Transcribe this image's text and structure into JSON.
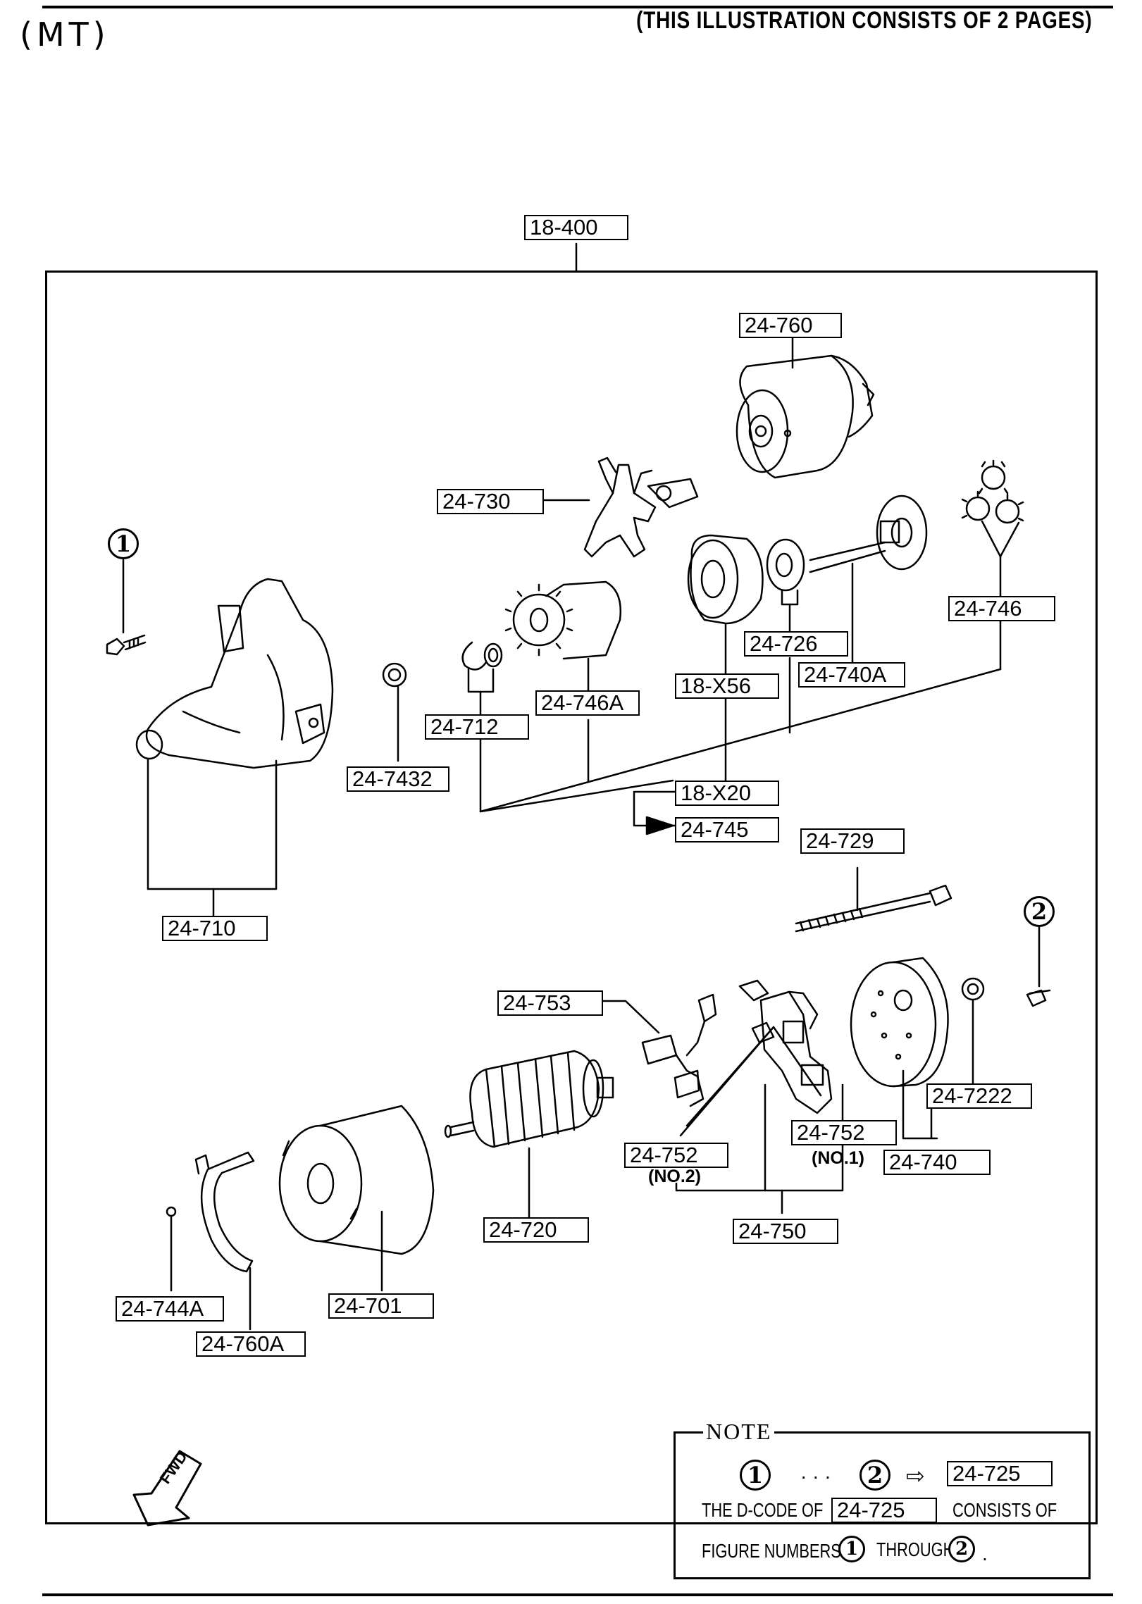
{
  "header": {
    "variant": "(MT)",
    "pages_note": "(THIS ILLUSTRATION CONSISTS OF  2 PAGES)"
  },
  "assembly_code": "18-400",
  "callouts": {
    "c1": "1",
    "c2": "2"
  },
  "part_codes": {
    "p24_760": "24-760",
    "p24_730": "24-730",
    "p24_746": "24-746",
    "p24_726": "24-726",
    "p24_740a": "24-740A",
    "p18_x56": "18-X56",
    "p24_746a": "24-746A",
    "p24_712": "24-712",
    "p24_7432": "24-7432",
    "p18_x20": "18-X20",
    "p24_745": "24-745",
    "p24_729": "24-729",
    "p24_710": "24-710",
    "p24_753": "24-753",
    "p24_7222": "24-7222",
    "p24_752_no1": "24-752",
    "p24_752_no2": "24-752",
    "p24_740": "24-740",
    "p24_720": "24-720",
    "p24_750": "24-750",
    "p24_744a": "24-744A",
    "p24_701": "24-701",
    "p24_760a": "24-760A"
  },
  "sub_labels": {
    "no1": "(NO.1)",
    "no2": "(NO.2)"
  },
  "fwd_label": "FWD",
  "note": {
    "title": "NOTE",
    "range_from": "1",
    "dots": "· · ·",
    "range_to": "2",
    "arrow": "⇨",
    "target_code": "24-725",
    "line2_prefix": "THE D-CODE OF",
    "line2_code": "24-725",
    "line2_suffix": "CONSISTS OF",
    "line3_prefix": "FIGURE NUMBERS",
    "line3_from": "1",
    "line3_mid": "THROUGH",
    "line3_to": "2",
    "line3_end": "."
  }
}
